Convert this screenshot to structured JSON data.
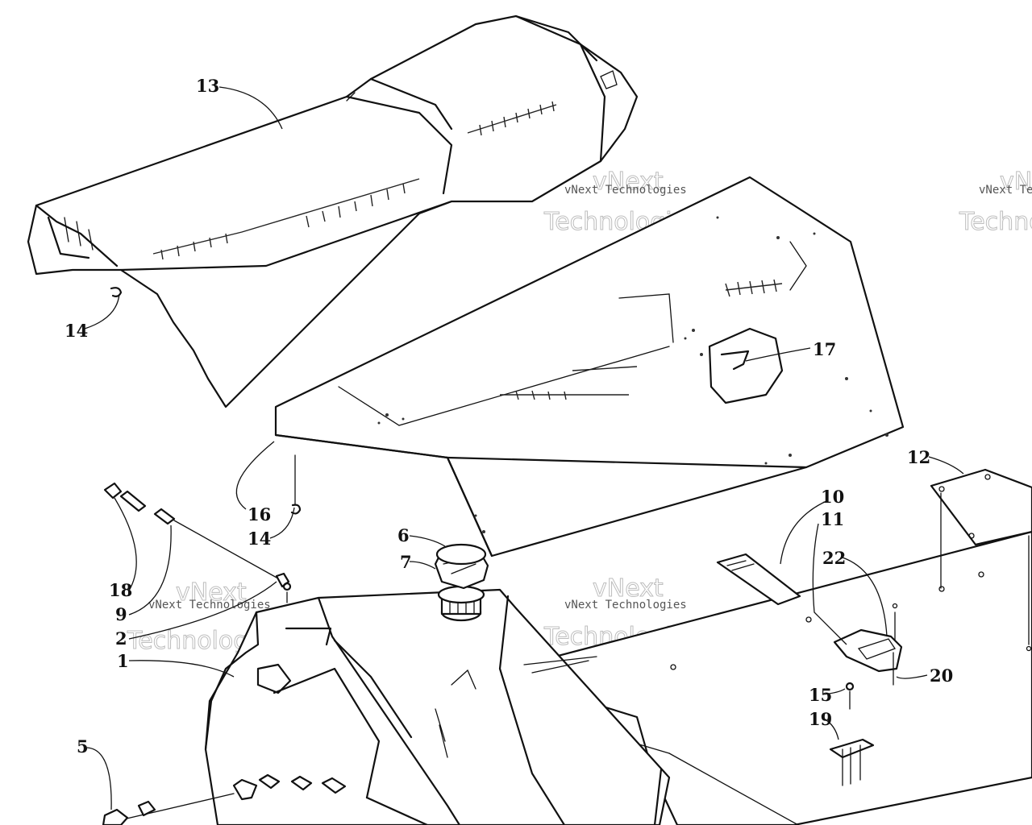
{
  "diagram": {
    "watermark": {
      "line1": "vNext Technologies",
      "line2": "Technologies",
      "line3": "vNext"
    },
    "callouts": [
      {
        "id": "c13",
        "label": "13"
      },
      {
        "id": "c14a",
        "label": "14"
      },
      {
        "id": "c17",
        "label": "17"
      },
      {
        "id": "c12",
        "label": "12"
      },
      {
        "id": "c10",
        "label": "10"
      },
      {
        "id": "c11",
        "label": "11"
      },
      {
        "id": "c22",
        "label": "22"
      },
      {
        "id": "c16",
        "label": "16"
      },
      {
        "id": "c14b",
        "label": "14"
      },
      {
        "id": "c6",
        "label": "6"
      },
      {
        "id": "c7",
        "label": "7"
      },
      {
        "id": "c18",
        "label": "18"
      },
      {
        "id": "c9",
        "label": "9"
      },
      {
        "id": "c2",
        "label": "2"
      },
      {
        "id": "c1",
        "label": "1"
      },
      {
        "id": "c20",
        "label": "20"
      },
      {
        "id": "c15",
        "label": "15"
      },
      {
        "id": "c19",
        "label": "19"
      },
      {
        "id": "c5",
        "label": "5"
      }
    ]
  }
}
